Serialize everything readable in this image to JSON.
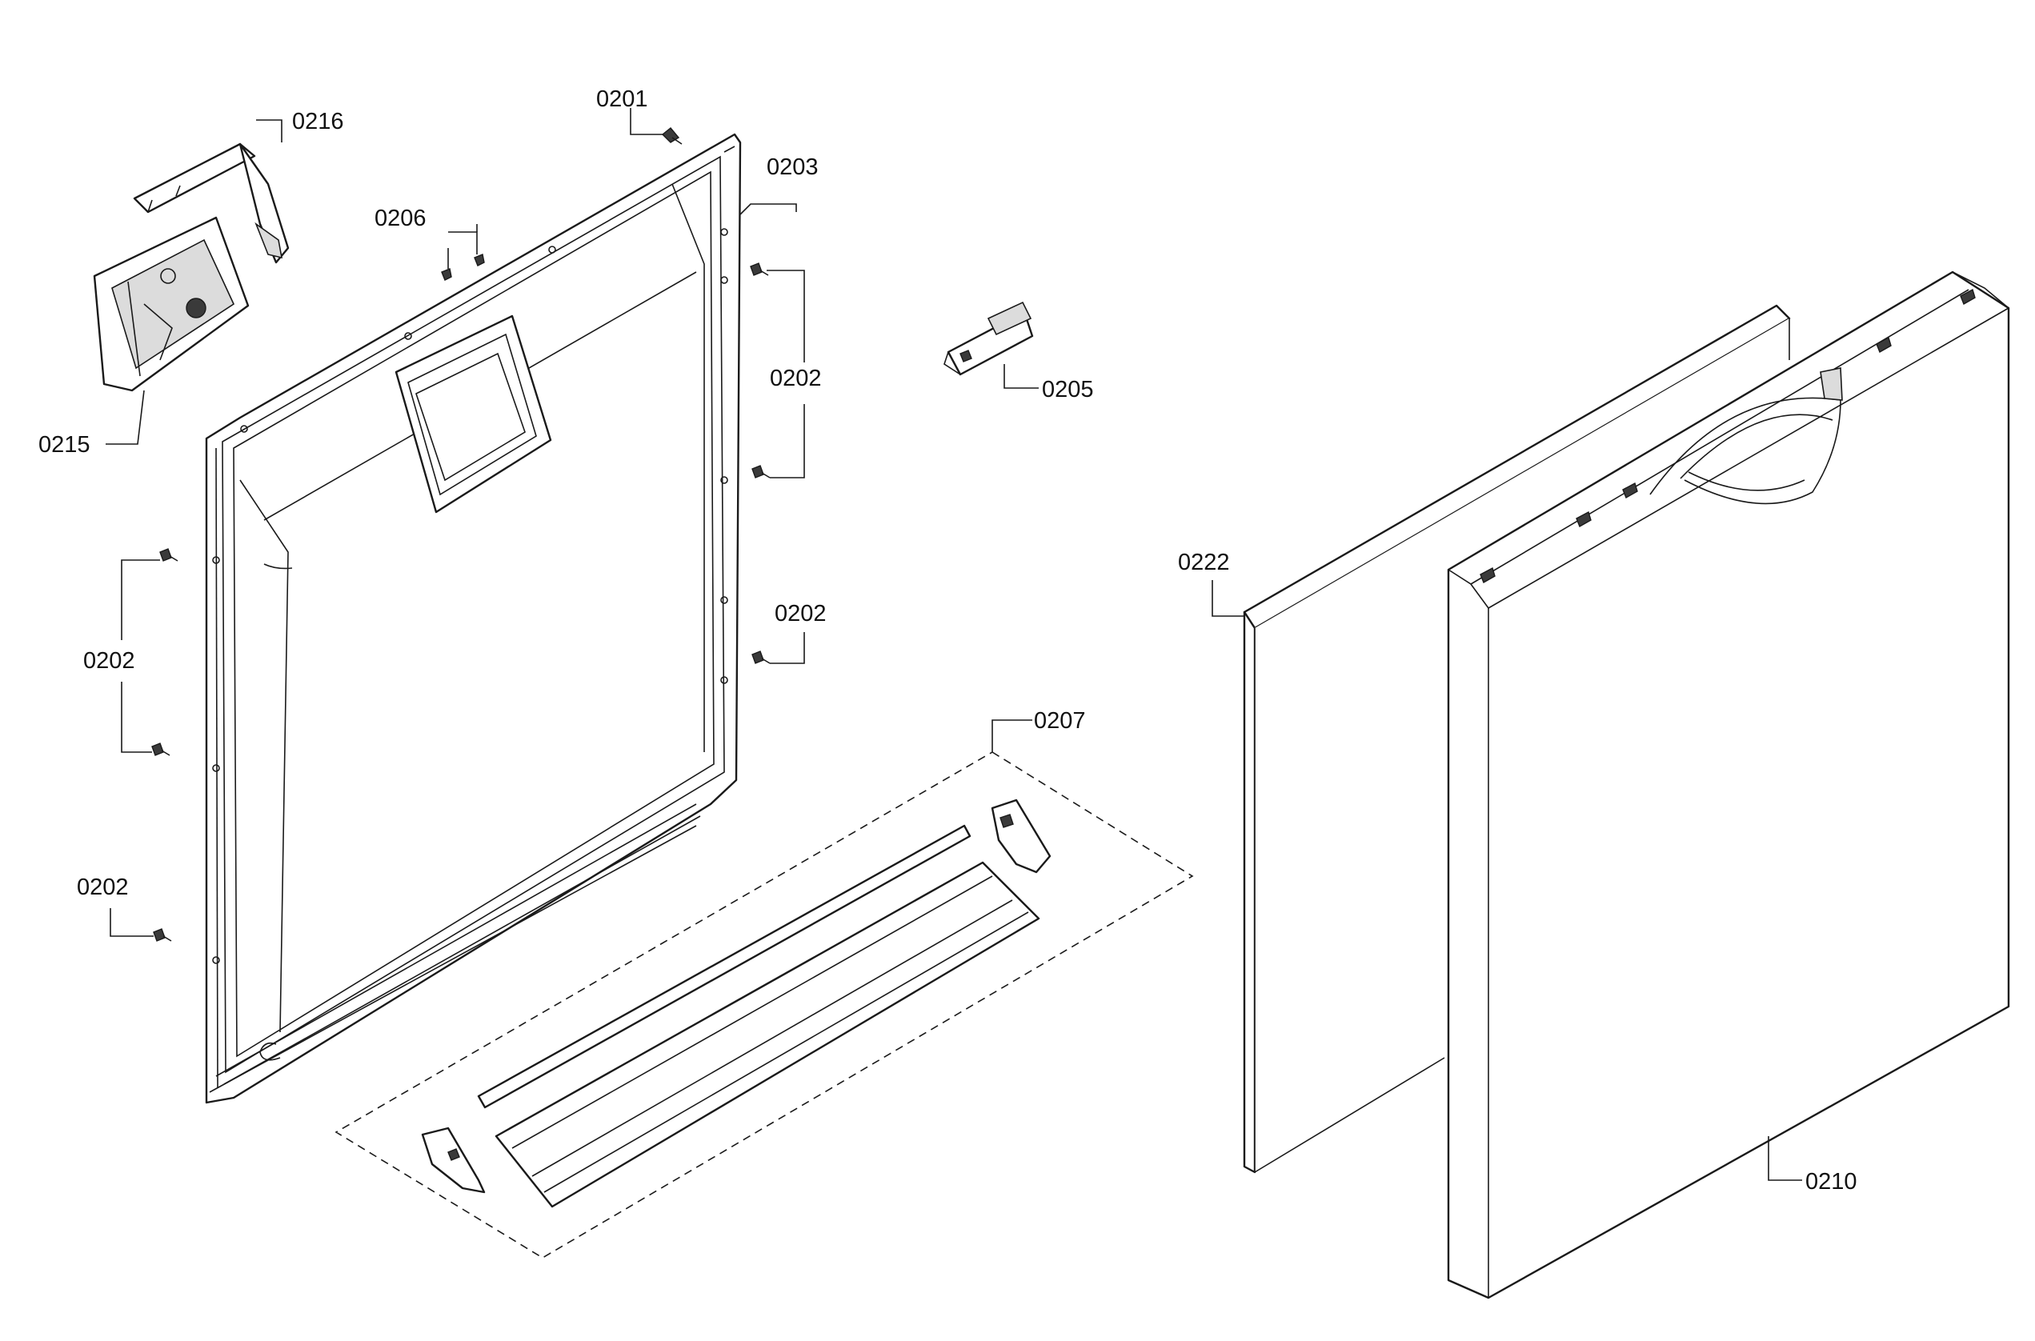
{
  "callouts": {
    "p0201": "0201",
    "p0202_right_upper": "0202",
    "p0202_right_lower": "0202",
    "p0202_left_upper": "0202",
    "p0202_left_lower": "0202",
    "p0203": "0203",
    "p0205": "0205",
    "p0206": "0206",
    "p0207": "0207",
    "p0210": "0210",
    "p0215": "0215",
    "p0216": "0216",
    "p0222": "0222"
  }
}
